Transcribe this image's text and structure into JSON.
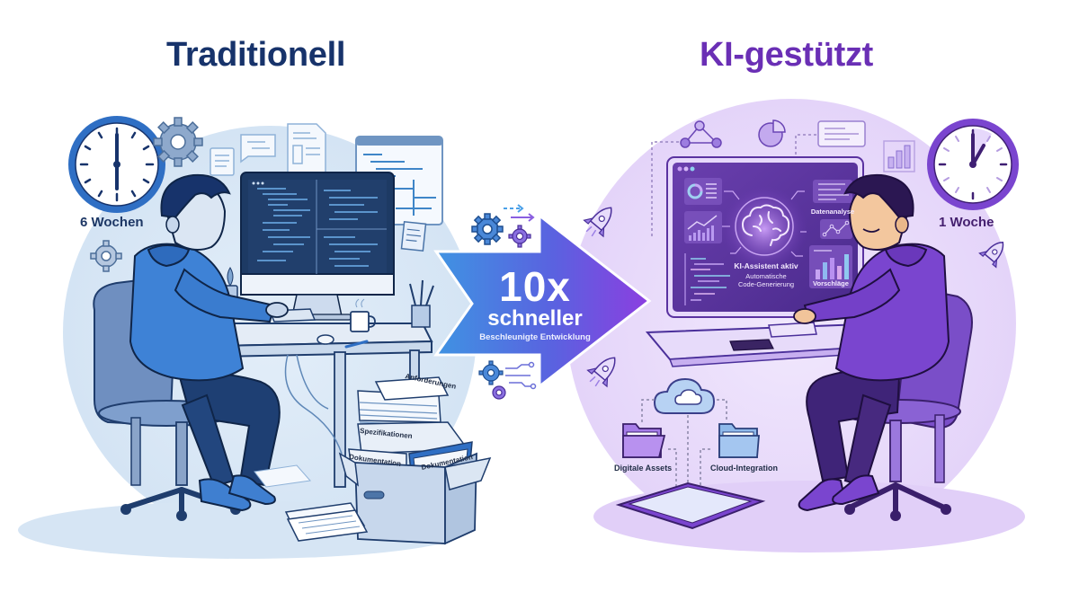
{
  "titles": {
    "left": "Traditionell",
    "right": "KI-gestützt"
  },
  "traditional": {
    "duration_label": "6 Wochen",
    "clock_icon": "clock-icon",
    "documents": {
      "top_stack": "Anforderungen",
      "folder_1": "Spezifikationen",
      "folder_2": "Dokumentation",
      "folder_3": "Dokumentation"
    },
    "colors": {
      "primary": "#2f6fc4",
      "dark": "#17336b",
      "background_blob": "#dbe8f6"
    }
  },
  "arrow": {
    "multiplier": "10x",
    "headline": "schneller",
    "subtitle": "Beschleunigte Entwicklung",
    "gradient_start": "#3f8fe0",
    "gradient_end": "#8a3de0"
  },
  "ai_assisted": {
    "duration_label": "1 Woche",
    "clock_icon": "clock-icon",
    "screen": {
      "status": "KI-Assistent aktiv",
      "feature_line1": "Automatische",
      "feature_line2": "Code-Generierung",
      "panel_data": "Datenanalyse",
      "panel_suggestions": "Vorschläge"
    },
    "cloud": {
      "left_folder": "Digitale Assets",
      "right_folder": "Cloud-Integration"
    },
    "colors": {
      "primary": "#7a3fd0",
      "dark": "#45206f",
      "background_blob": "#ece0fb"
    }
  }
}
